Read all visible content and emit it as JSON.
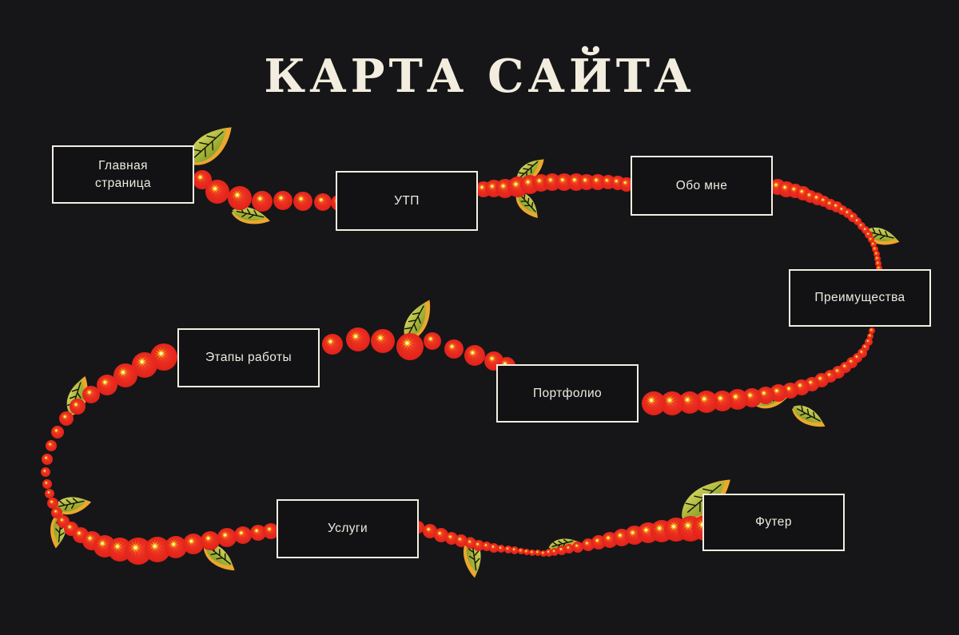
{
  "title": "Карта сайта",
  "diagram": {
    "type": "sitemap-flow",
    "nodes": [
      {
        "id": "main-page",
        "label": "Главная страница"
      },
      {
        "id": "usp",
        "label": "УТП"
      },
      {
        "id": "about-me",
        "label": "Обо мне"
      },
      {
        "id": "advantages",
        "label": "Преимущества"
      },
      {
        "id": "work-stages",
        "label": "Этапы работы"
      },
      {
        "id": "portfolio",
        "label": "Портфолио"
      },
      {
        "id": "services",
        "label": "Услуги"
      },
      {
        "id": "footer",
        "label": "Футер"
      }
    ],
    "flow_order": [
      "Главная страница",
      "УТП",
      "Обо мне",
      "Преимущества",
      "Портфолио",
      "Этапы работы",
      "Услуги",
      "Футер"
    ],
    "connector_style": "rowan-berry-garland-with-leaves"
  },
  "colors": {
    "background": "#161618",
    "box_background": "#121214",
    "box_border": "#f3efe2",
    "box_text": "#edebe1",
    "title_text": "#f2edde",
    "berry_red": "#e92a1e",
    "berry_spark_orange": "#ee7117",
    "berry_spark_yellow": "#ffd01b",
    "berry_spark_core": "#fff6cd",
    "leaf_green_light": "#cdd05a",
    "leaf_green_dark": "#8ba02c",
    "leaf_outline_gold": "#eca72c",
    "leaf_vein": "#12120a"
  }
}
